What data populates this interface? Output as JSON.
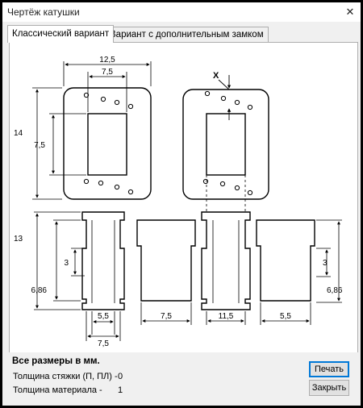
{
  "window": {
    "title": "Чертёж катушки",
    "close_glyph": "✕"
  },
  "tabs": [
    {
      "label": "Классический вариант",
      "active": true
    },
    {
      "label": "Вариант с дополнительным замком",
      "active": false
    }
  ],
  "drawing": {
    "marker_x": "X",
    "dims": {
      "top_width_outer": "12,5",
      "top_width_inner": "7,5",
      "height_outer": "14",
      "height_inner": "7,5",
      "side_height_outer": "13",
      "side_step_left": "3",
      "side_inner_left": "6,86",
      "side_step_right": "3",
      "side_inner_right": "6,86",
      "bottom_1": "5,5",
      "bottom_2": "7,5",
      "bottom_3": "7,5",
      "bottom_4": "11,5",
      "bottom_5": "5,5"
    }
  },
  "footer": {
    "note": "Все размеры в мм.",
    "tie_label": "Толщина стяжки (П, ПЛ) -",
    "tie_value": "0",
    "material_label": "Толщина материала -",
    "material_value": "1",
    "print_label": "Печать",
    "close_label": "Закрыть"
  }
}
